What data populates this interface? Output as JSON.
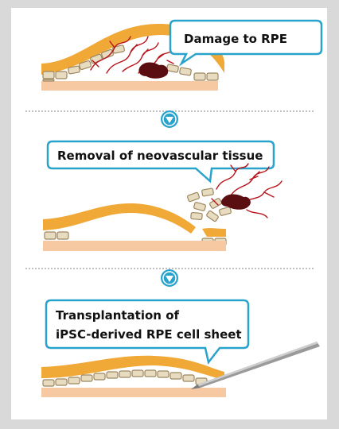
{
  "steps": [
    {
      "label": "Damage to RPE"
    },
    {
      "label": "Removal of neovascular tissue"
    },
    {
      "label_line1": "Transplantation of",
      "label_line2": "iPSC-derived RPE cell sheet"
    }
  ],
  "icons": {
    "arrow": "down-arrow-circle-icon"
  },
  "colors": {
    "retina": "#f0a836",
    "choroid": "#f6c9a3",
    "rpe_cell_fill": "#e8dcc0",
    "rpe_cell_stroke": "#9c8660",
    "vessel": "#b7141d",
    "blood_clot": "#5a0e12",
    "callout_border": "#2aa3cc",
    "arrow_circle": "#2aa3cc",
    "needle": "#9a9a9a"
  }
}
